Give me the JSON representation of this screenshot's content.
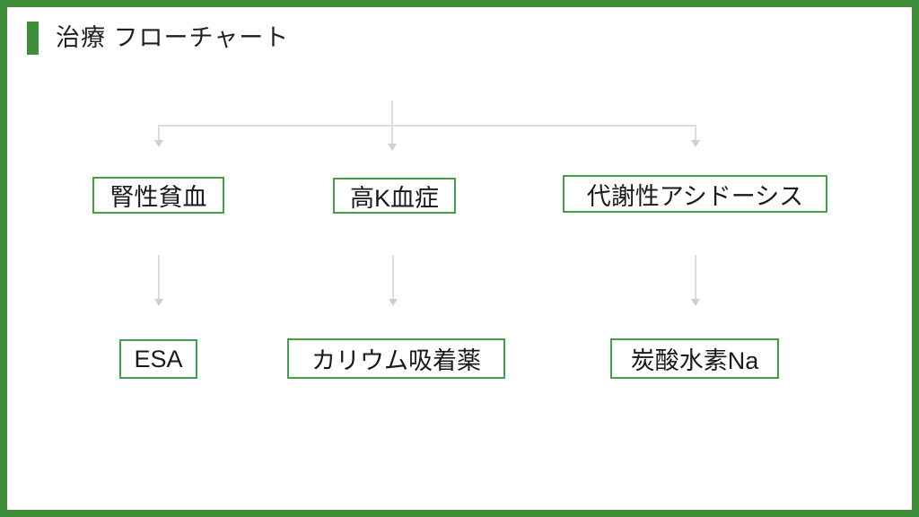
{
  "slide": {
    "title": "治療 フローチャート",
    "flowchart": {
      "columns": [
        {
          "condition": "腎性貧血",
          "treatment": "ESA"
        },
        {
          "condition": "高K血症",
          "treatment": "カリウム吸着薬"
        },
        {
          "condition": "代謝性アシドーシス",
          "treatment": "炭酸水素Na"
        }
      ]
    },
    "colors": {
      "frame_green": "#3f8e3a",
      "box_border_green": "#43a047",
      "connector_gray": "#dddddd",
      "text": "#1a1a1a"
    }
  }
}
